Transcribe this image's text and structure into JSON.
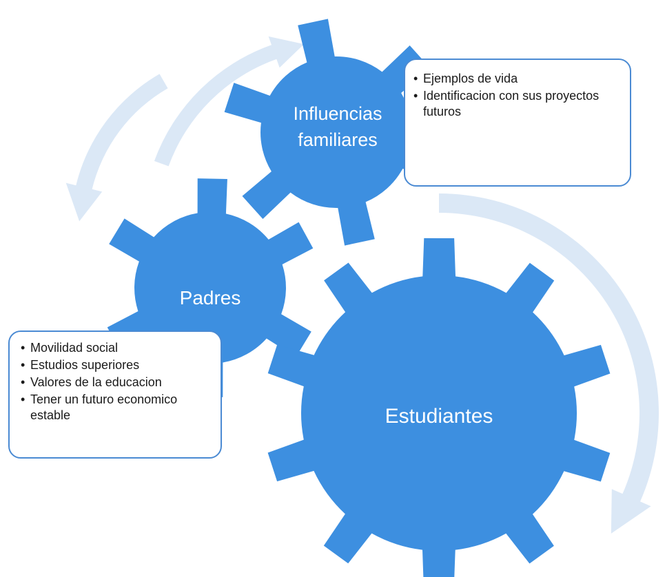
{
  "gears": {
    "influencias": {
      "label_line1": "Influencias",
      "label_line2": "familiares"
    },
    "padres": {
      "label": "Padres"
    },
    "estudiantes": {
      "label": "Estudiantes"
    }
  },
  "boxes": {
    "influencias": {
      "items": [
        "Ejemplos de vida",
        "Identificacion con sus proyectos futuros"
      ]
    },
    "padres": {
      "items": [
        "Movilidad social",
        "Estudios superiores",
        "Valores de la educacion",
        "Tener un futuro economico estable"
      ]
    }
  },
  "colors": {
    "gear_fill": "#3d8fe0",
    "arrow_fill": "#dbe8f6",
    "box_border": "#4a8ad3"
  }
}
